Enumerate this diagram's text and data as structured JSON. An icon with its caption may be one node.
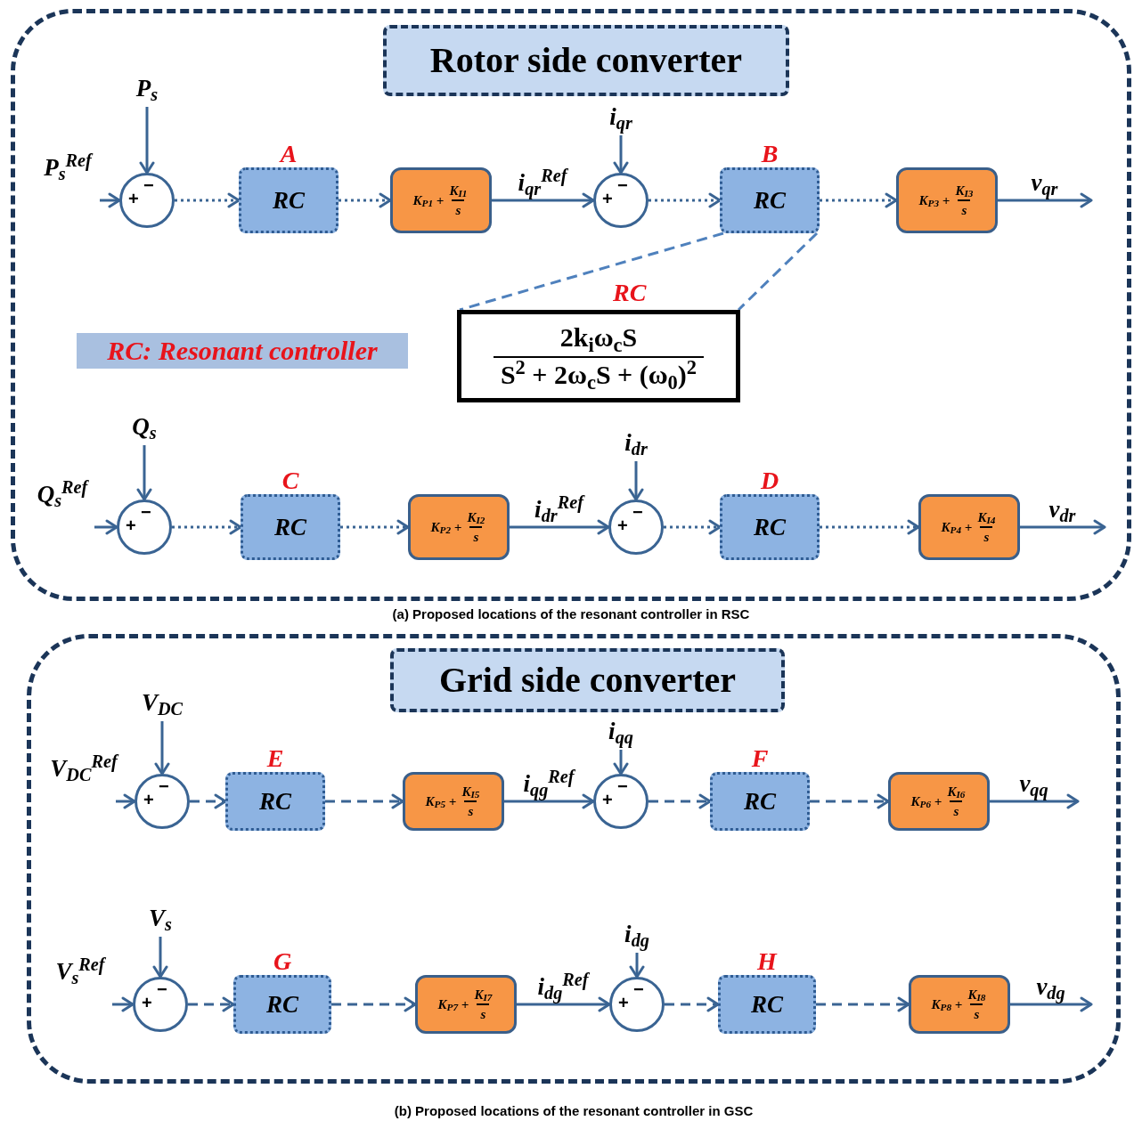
{
  "diagram": {
    "nodes": [
      {
        "text": [],
        "shape": "box",
        "beside": [
          "(a) Proposed locations of the resonant controller in RSC"
        ]
      },
      {
        "text": [
          "Rotor side converter"
        ],
        "in": 0
      },
      {
        "text": [
          "P$_{s}$$^{Ref}$"
        ],
        "in": 0
      },
      {
        "text": [
          "P$_{s}$"
        ],
        "in": 0
      },
      {
        "text": [
          "+",
          "−"
        ],
        "in": 0
      },
      {
        "text": [
          "RC"
        ],
        "in": 0,
        "beside": [
          "A"
        ]
      },
      {
        "text": [
          "K$_{P1}$ +",
          "K$_{I1}$",
          "s"
        ],
        "in": 0
      },
      {
        "text": [
          "i$_{qr}$"
        ],
        "in": 0
      },
      {
        "text": [
          "+",
          "−"
        ],
        "in": 0
      },
      {
        "text": [
          "RC"
        ],
        "in": 0,
        "beside": [
          "B"
        ]
      },
      {
        "text": [
          "K$_{P3}$ +",
          "K$_{I3}$",
          "s"
        ],
        "in": 0
      },
      {
        "text": [
          "RC",
          "2k$_{i}$ω$_{c}$S",
          "S$^{2}$ + 2ω$_{c}$S + (ω$_{0}$)$^{2}$"
        ],
        "in": 0
      },
      {
        "text": [
          "RC: Resonant controller"
        ],
        "in": 0
      },
      {
        "text": [
          "Q$_{s}$$^{Ref}$"
        ],
        "in": 0
      },
      {
        "text": [
          "Q$_{s}$"
        ],
        "in": 0
      },
      {
        "text": [
          "+",
          "−"
        ],
        "in": 0
      },
      {
        "text": [
          "RC"
        ],
        "in": 0,
        "beside": [
          "C"
        ]
      },
      {
        "text": [
          "K$_{P2}$ +",
          "K$_{I2}$",
          "s"
        ],
        "in": 0
      },
      {
        "text": [
          "i$_{dr}$"
        ],
        "in": 0
      },
      {
        "text": [
          "+",
          "−"
        ],
        "in": 0
      },
      {
        "text": [
          "RC"
        ],
        "in": 0,
        "beside": [
          "D"
        ]
      },
      {
        "text": [
          "K$_{P4}$ +",
          "K$_{I4}$",
          "s"
        ],
        "in": 0
      },
      {
        "text": [],
        "shape": "box",
        "beside": [
          "(b) Proposed locations of the resonant controller in GSC"
        ]
      },
      {
        "text": [
          "Grid side converter"
        ],
        "in": 22
      },
      {
        "text": [
          "V$_{DC}$$^{Ref}$"
        ],
        "in": 22
      },
      {
        "text": [
          "V$_{DC}$"
        ],
        "in": 22
      },
      {
        "text": [
          "+",
          "−"
        ],
        "in": 22
      },
      {
        "text": [
          "RC"
        ],
        "in": 22,
        "beside": [
          "E"
        ]
      },
      {
        "text": [
          "K$_{P5}$ +",
          "K$_{I5}$",
          "s"
        ],
        "in": 22
      },
      {
        "text": [
          "i$_{qq}$"
        ],
        "in": 22
      },
      {
        "text": [
          "+",
          "−"
        ],
        "in": 22
      },
      {
        "text": [
          "RC"
        ],
        "in": 22,
        "beside": [
          "F"
        ]
      },
      {
        "text": [
          "K$_{P6}$ +",
          "K$_{I6}$",
          "s"
        ],
        "in": 22
      },
      {
        "text": [
          "V$_{s}$$^{Ref}$"
        ],
        "in": 22
      },
      {
        "text": [
          "V$_{s}$"
        ],
        "in": 22
      },
      {
        "text": [
          "+",
          "−"
        ],
        "in": 22
      },
      {
        "text": [
          "RC"
        ],
        "in": 22,
        "beside": [
          "G"
        ]
      },
      {
        "text": [
          "K$_{P7}$ +",
          "K$_{I7}$",
          "s"
        ],
        "in": 22
      },
      {
        "text": [
          "i$_{dg}$"
        ],
        "in": 22
      },
      {
        "text": [
          "+",
          "−"
        ],
        "in": 22
      },
      {
        "text": [
          "RC"
        ],
        "in": 22,
        "beside": [
          "H"
        ]
      },
      {
        "text": [
          "K$_{P8}$ +",
          "K$_{I8}$",
          "s"
        ],
        "in": 22
      }
    ],
    "edges": [
      {
        "from": 2,
        "to": 4,
        "arrow": "to"
      },
      {
        "from": 3,
        "to": 4,
        "arrow": "to"
      },
      {
        "from": 4,
        "to": 5,
        "arrow": "to",
        "style": "dashed"
      },
      {
        "from": 5,
        "to": 6,
        "arrow": "to",
        "style": "dashed"
      },
      {
        "from": 6,
        "to": 8,
        "arrow": "to",
        "label": "i$_{qr}$$^{Ref}$"
      },
      {
        "from": 7,
        "to": 8,
        "arrow": "to"
      },
      {
        "from": 8,
        "to": 9,
        "arrow": "to",
        "style": "dashed"
      },
      {
        "from": 9,
        "to": 10,
        "arrow": "to",
        "style": "dashed"
      },
      {
        "from": 10,
        "to": null,
        "arrow": "to",
        "label": "v$_{qr}$"
      },
      {
        "from": 9,
        "to": 11,
        "arrow": "none",
        "style": "dashed",
        "color": "#4f81bd"
      },
      {
        "from": 9,
        "to": 11,
        "arrow": "none",
        "style": "dashed",
        "color": "#4f81bd"
      },
      {
        "from": 13,
        "to": 15,
        "arrow": "to"
      },
      {
        "from": 14,
        "to": 15,
        "arrow": "to"
      },
      {
        "from": 15,
        "to": 16,
        "arrow": "to",
        "style": "dashed"
      },
      {
        "from": 16,
        "to": 17,
        "arrow": "to",
        "style": "dashed"
      },
      {
        "from": 17,
        "to": 19,
        "arrow": "to",
        "label": "i$_{dr}$$^{Ref}$"
      },
      {
        "from": 18,
        "to": 19,
        "arrow": "to"
      },
      {
        "from": 19,
        "to": 20,
        "arrow": "to",
        "style": "dashed"
      },
      {
        "from": 20,
        "to": 21,
        "arrow": "to",
        "style": "dashed"
      },
      {
        "from": 21,
        "to": null,
        "arrow": "to",
        "label": "v$_{dr}$"
      },
      {
        "from": 24,
        "to": 26,
        "arrow": "to"
      },
      {
        "from": 25,
        "to": 26,
        "arrow": "to"
      },
      {
        "from": 26,
        "to": 27,
        "arrow": "to",
        "style": "dashed"
      },
      {
        "from": 27,
        "to": 28,
        "arrow": "to",
        "style": "dashed"
      },
      {
        "from": 28,
        "to": 30,
        "arrow": "to",
        "label": "i$_{qg}$$^{Ref}$"
      },
      {
        "from": 29,
        "to": 30,
        "arrow": "to"
      },
      {
        "from": 30,
        "to": 31,
        "arrow": "to",
        "style": "dashed"
      },
      {
        "from": 31,
        "to": 32,
        "arrow": "to",
        "style": "dashed"
      },
      {
        "from": 32,
        "to": null,
        "arrow": "to",
        "label": "v$_{qq}$"
      },
      {
        "from": 33,
        "to": 35,
        "arrow": "to"
      },
      {
        "from": 34,
        "to": 35,
        "arrow": "to"
      },
      {
        "from": 35,
        "to": 36,
        "arrow": "to",
        "style": "dashed"
      },
      {
        "from": 36,
        "to": 37,
        "arrow": "to",
        "style": "dashed"
      },
      {
        "from": 37,
        "to": 39,
        "arrow": "to",
        "label": "i$_{dg}$$^{Ref}$"
      },
      {
        "from": 38,
        "to": 39,
        "arrow": "to"
      },
      {
        "from": 39,
        "to": 40,
        "arrow": "to",
        "style": "dashed"
      },
      {
        "from": 40,
        "to": 41,
        "arrow": "to",
        "style": "dashed"
      },
      {
        "from": 41,
        "to": null,
        "arrow": "to",
        "label": "v$_{dg}$"
      }
    ]
  }
}
